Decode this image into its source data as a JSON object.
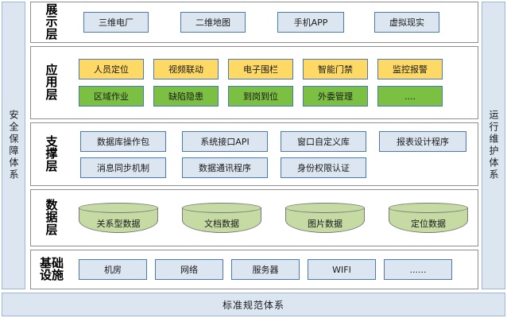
{
  "pillars": {
    "left": "安全保障体系",
    "right": "运行维护体系"
  },
  "bottom_bar": {
    "label": "标准规范体系"
  },
  "layers": [
    {
      "id": "presentation",
      "label": "展示层",
      "rows": [
        {
          "style": "blue",
          "items": [
            {
              "label": "三维电厂",
              "width": 82,
              "gap": 0
            },
            {
              "label": "二维地图",
              "width": 82,
              "gap": 40
            },
            {
              "label": "手机APP",
              "width": 84,
              "gap": 40
            },
            {
              "label": "虚拟现实",
              "width": 82,
              "gap": 38
            }
          ]
        }
      ]
    },
    {
      "id": "application",
      "label": "应用层",
      "rows": [
        {
          "style": "orange",
          "items": [
            {
              "label": "人员定位",
              "width": 82,
              "gap": 0
            },
            {
              "label": "视频联动",
              "width": 82,
              "gap": 12
            },
            {
              "label": "电子围栏",
              "width": 82,
              "gap": 12
            },
            {
              "label": "智能门禁",
              "width": 82,
              "gap": 12
            },
            {
              "label": "监控报警",
              "width": 82,
              "gap": 12
            }
          ]
        },
        {
          "style": "green",
          "items": [
            {
              "label": "区域作业",
              "width": 82,
              "gap": 0
            },
            {
              "label": "缺陷隐患",
              "width": 82,
              "gap": 12
            },
            {
              "label": "到岗到位",
              "width": 82,
              "gap": 12
            },
            {
              "label": "外委管理",
              "width": 82,
              "gap": 12
            },
            {
              "label": "....",
              "width": 82,
              "gap": 12
            }
          ]
        }
      ]
    },
    {
      "id": "support",
      "label": "支撑层",
      "rows": [
        {
          "style": "blue",
          "items": [
            {
              "label": "数据库操作包",
              "width": 108,
              "gap": 0
            },
            {
              "label": "系统接口API",
              "width": 108,
              "gap": 20
            },
            {
              "label": "窗口自定义库",
              "width": 108,
              "gap": 16
            },
            {
              "label": "报表设计程序",
              "width": 110,
              "gap": 16
            }
          ]
        },
        {
          "style": "blue",
          "items": [
            {
              "label": "消息同步机制",
              "width": 108,
              "gap": 0
            },
            {
              "label": "数据通讯程序",
              "width": 108,
              "gap": 20
            },
            {
              "label": "身份权限认证",
              "width": 108,
              "gap": 16
            }
          ]
        }
      ]
    },
    {
      "id": "data",
      "label": "数据层",
      "rows": [
        {
          "style": "cylinder",
          "items": [
            {
              "label": "关系型数据",
              "width": 100,
              "gap": 0
            },
            {
              "label": "文档数据",
              "width": 100,
              "gap": 30
            },
            {
              "label": "图片数据",
              "width": 100,
              "gap": 30
            },
            {
              "label": "定位数据",
              "width": 100,
              "gap": 30
            }
          ]
        }
      ]
    },
    {
      "id": "infra",
      "label": "基础设施",
      "two_col_label": true,
      "rows": [
        {
          "style": "blue",
          "items": [
            {
              "label": "机房",
              "width": 86,
              "gap": 0
            },
            {
              "label": "网络",
              "width": 86,
              "gap": 10
            },
            {
              "label": "服务器",
              "width": 86,
              "gap": 10
            },
            {
              "label": "WIFI",
              "width": 86,
              "gap": 10
            },
            {
              "label": "......",
              "width": 86,
              "gap": 10
            }
          ]
        }
      ]
    }
  ],
  "colors": {
    "pillar_fill": "#dce6f1",
    "pillar_border": "#9fb6d4",
    "blue_fill": "#dce6f1",
    "blue_border": "#4a7ab5",
    "orange_fill": "#ffd965",
    "green_fill": "#7cc043",
    "cylinder_fill": "#c6dba4",
    "cylinder_border": "#7a7a7a",
    "layer_border": "#8e8e8e"
  }
}
